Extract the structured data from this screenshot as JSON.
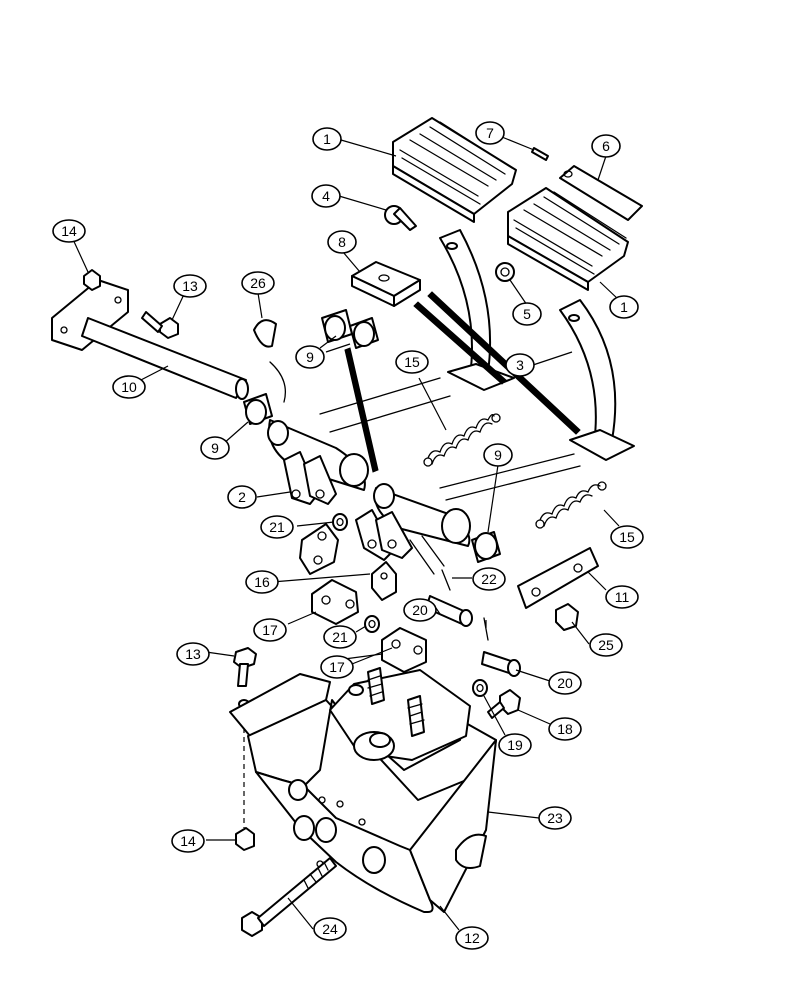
{
  "diagram": {
    "callouts": [
      {
        "id": "c1a",
        "label": "1"
      },
      {
        "id": "c1b",
        "label": "1"
      },
      {
        "id": "c2",
        "label": "2"
      },
      {
        "id": "c3",
        "label": "3"
      },
      {
        "id": "c4",
        "label": "4"
      },
      {
        "id": "c5",
        "label": "5"
      },
      {
        "id": "c6",
        "label": "6"
      },
      {
        "id": "c7",
        "label": "7"
      },
      {
        "id": "c8",
        "label": "8"
      },
      {
        "id": "c9a",
        "label": "9"
      },
      {
        "id": "c9b",
        "label": "9"
      },
      {
        "id": "c9c",
        "label": "9"
      },
      {
        "id": "c10",
        "label": "10"
      },
      {
        "id": "c11",
        "label": "11"
      },
      {
        "id": "c12",
        "label": "12"
      },
      {
        "id": "c13a",
        "label": "13"
      },
      {
        "id": "c13b",
        "label": "13"
      },
      {
        "id": "c14a",
        "label": "14"
      },
      {
        "id": "c14b",
        "label": "14"
      },
      {
        "id": "c15a",
        "label": "15"
      },
      {
        "id": "c15b",
        "label": "15"
      },
      {
        "id": "c16",
        "label": "16"
      },
      {
        "id": "c17a",
        "label": "17"
      },
      {
        "id": "c17b",
        "label": "17"
      },
      {
        "id": "c18",
        "label": "18"
      },
      {
        "id": "c19",
        "label": "19"
      },
      {
        "id": "c20a",
        "label": "20"
      },
      {
        "id": "c20b",
        "label": "20"
      },
      {
        "id": "c21a",
        "label": "21"
      },
      {
        "id": "c21b",
        "label": "21"
      },
      {
        "id": "c22",
        "label": "22"
      },
      {
        "id": "c23",
        "label": "23"
      },
      {
        "id": "c24",
        "label": "24"
      },
      {
        "id": "c25",
        "label": "25"
      },
      {
        "id": "c26",
        "label": "26"
      }
    ]
  }
}
